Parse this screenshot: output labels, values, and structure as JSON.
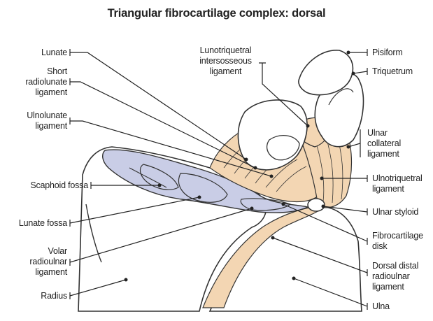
{
  "title": "Triangular fibrocartilage complex: dorsal",
  "colors": {
    "bone_fill": "#ffffff",
    "bone_outline": "#333333",
    "ligament_fill": "#f3d6b3",
    "cartilage_fill": "#c9cde6",
    "leader": "#222222"
  },
  "labels": {
    "lunate": "Lunate",
    "short_radiolunate": "Short\nradiolunate\nligament",
    "ulnolunate": "Ulnolunate\nligament",
    "scaphoid_fossa": "Scaphoid fossa",
    "lunate_fossa": "Lunate fossa",
    "volar_radioulnar": "Volar\nradioulnar\nligament",
    "radius": "Radius",
    "lunotriquetral": "Lunotriquetral\nintersosseous\nligament",
    "pisiform": "Pisiform",
    "triquetrum": "Triquetrum",
    "ulnar_collateral": "Ulnar\ncollateral\nligament",
    "ulnotriquetral": "Ulnotriquetral\nligament",
    "ulnar_styloid": "Ulnar styloid",
    "fibrocartilage_disk": "Fibrocartilage\ndisk",
    "dorsal_distal_radioulnar": "Dorsal distal\nradioulnar\nligament",
    "ulna": "Ulna"
  }
}
